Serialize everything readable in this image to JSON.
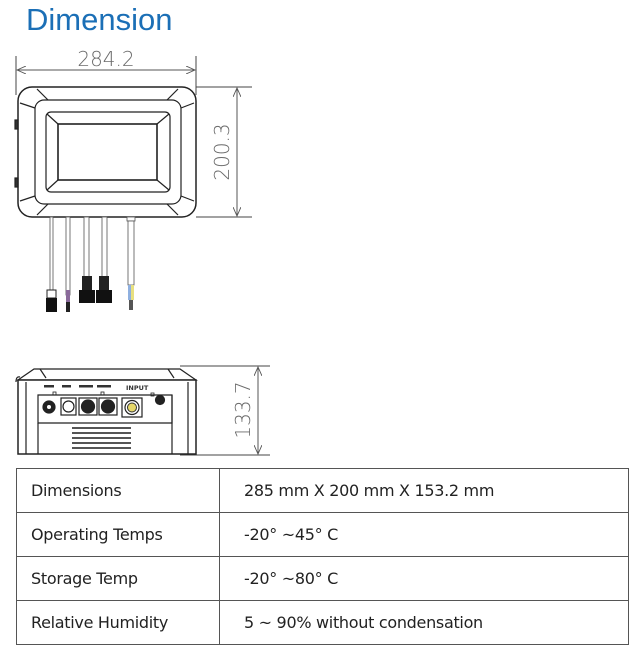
{
  "title": "Dimension",
  "top_view": {
    "width_label": "284.2",
    "height_label": "200.3",
    "cables": 5
  },
  "side_view": {
    "height_label": "133.7",
    "port_labels": [
      "",
      "",
      "",
      "",
      "INPUT"
    ]
  },
  "specs": {
    "rows": [
      {
        "label": "Dimensions",
        "value": "285 mm X 200 mm X 153.2 mm"
      },
      {
        "label": "Operating Temps",
        "value": "-20° ~45° C"
      },
      {
        "label": "Storage Temp",
        "value": "-20° ~80° C"
      },
      {
        "label": "Relative Humidity",
        "value": "5  ~ 90% without condensation"
      }
    ]
  },
  "colors": {
    "title": "#1b6fb6",
    "line": "#333333",
    "dimension_text": "#6a6a6a",
    "table_border": "#555555"
  }
}
